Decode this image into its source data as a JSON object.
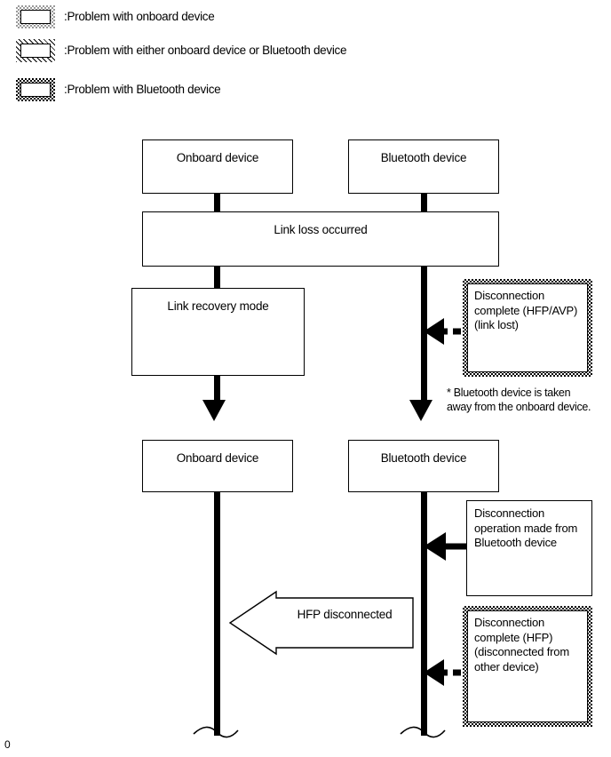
{
  "legend": {
    "items": [
      {
        "swatch": "gray-speckled-box",
        "label": ":Problem with onboard device"
      },
      {
        "swatch": "diagonal-hatch-box",
        "label": ":Problem with either onboard device or Bluetooth device"
      },
      {
        "swatch": "black-dotted-box",
        "label": ":Problem with Bluetooth device"
      }
    ]
  },
  "diagram": {
    "boxes": {
      "onboard_top": "Onboard device",
      "bluetooth_top": "Bluetooth device",
      "link_loss": "Link loss occurred",
      "link_recovery": "Link recovery mode",
      "onboard_second": "Onboard device",
      "bluetooth_second": "Bluetooth device"
    },
    "notes": {
      "disconnect_avp": "Disconnection\ncomplete (HFP/AVP)\n(link lost)",
      "disconnect_operation": "Disconnection\noperation made from\nBluetooth device",
      "disconnect_hfp": "Disconnection\ncomplete (HFP)\n(disconnected from\nother device)"
    },
    "block_arrow": "HFP disconnected",
    "footnote": "* Bluetooth device is taken\naway from the onboard device."
  },
  "page_marker": "0"
}
